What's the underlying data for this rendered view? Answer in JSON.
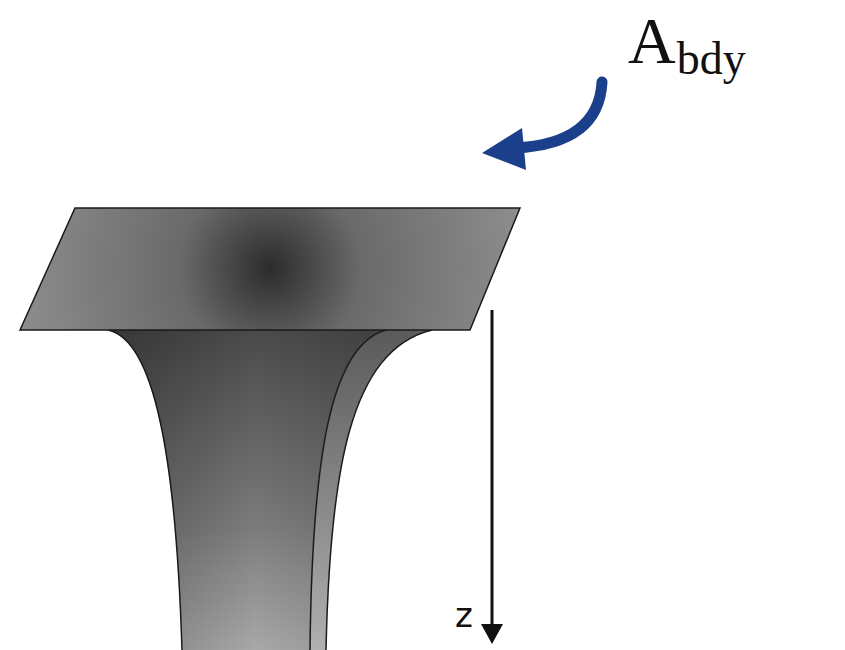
{
  "diagram": {
    "labels": [
      "A",
      "bdy",
      "z"
    ]
  }
}
